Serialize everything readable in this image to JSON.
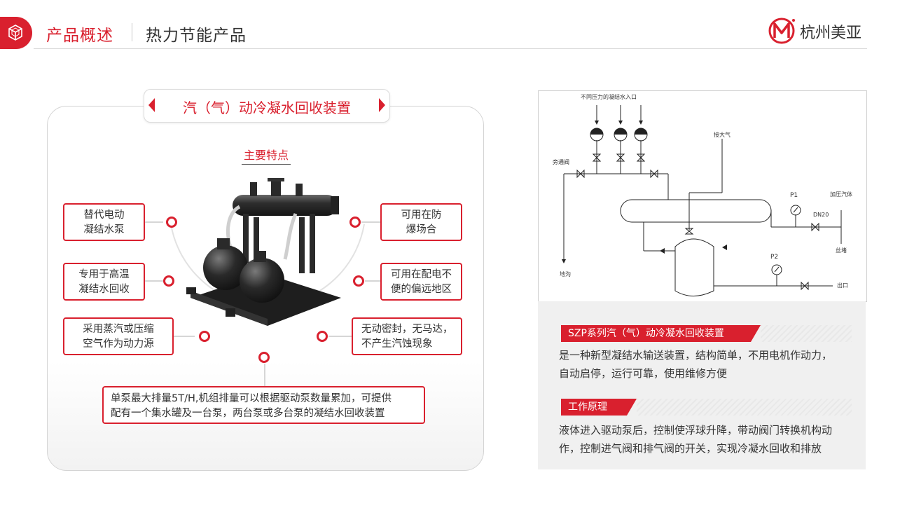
{
  "header": {
    "title": "产品概述",
    "subtitle": "热力节能产品",
    "brand": "杭州美亚"
  },
  "panel": {
    "title": "汽（气）动冷凝水回收装置",
    "features_heading": "主要特点",
    "features_left": [
      {
        "line1": "替代电动",
        "line2": "凝结水泵"
      },
      {
        "line1": "专用于高温",
        "line2": "凝结水回收"
      },
      {
        "line1": "采用蒸汽或压缩",
        "line2": "空气作为动力源"
      }
    ],
    "features_right": [
      {
        "line1": "可用在防",
        "line2": "爆场合"
      },
      {
        "line1": "可用在配电不",
        "line2": "便的偏远地区"
      },
      {
        "line1": "无动密封，无马达，",
        "line2": "不产生汽蚀现象"
      }
    ],
    "bottom_line1": "单泵最大排量5T/H,机组排量可以根据驱动泵数量累加，可提供",
    "bottom_line2": "配有一个集水罐及一台泵，两台泵或多台泵的凝结水回收装置"
  },
  "diagram": {
    "inlet_label": "不同压力的凝结水入口",
    "bypass_label": "旁通阀",
    "vent_label": "接大气",
    "drain_label": "地沟",
    "p1_label": "P1",
    "p2_label": "P2",
    "dn_label": "DN20",
    "motive_label": "加压汽体",
    "plug_label": "丝堵",
    "outlet_label": "出口"
  },
  "info": {
    "section1_title": "SZP系列汽（气）动冷凝水回收装置",
    "section1_line1": "是一种新型凝结水输送装置，结构简单，不用电机作动力，",
    "section1_line2": "自动启停，运行可靠，使用维修方便",
    "section2_title": "工作原理",
    "section2_line1": "液体进入驱动泵后，控制使浮球升降，带动阀门转换机构动",
    "section2_line2": "作，控制进气阀和排气阀的开关，实现冷凝水回收和排放"
  },
  "colors": {
    "accent": "#d9202e",
    "text": "#333333",
    "panel_bg": "#f0f0f0"
  }
}
